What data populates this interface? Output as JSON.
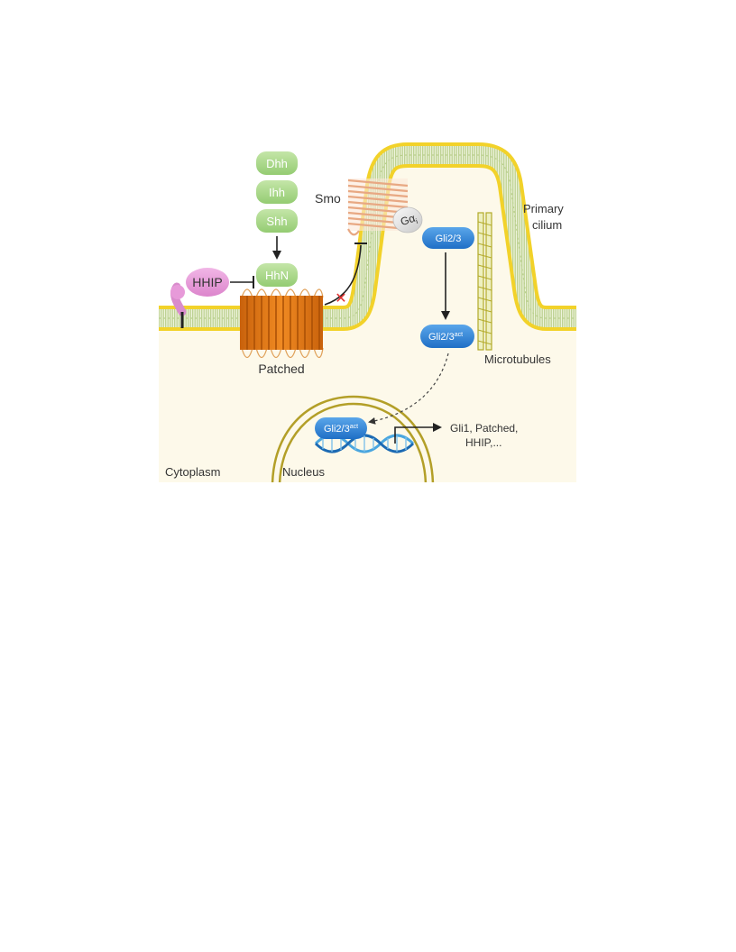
{
  "ligands": [
    "Dhh",
    "Ihh",
    "Shh"
  ],
  "hhn": "HhN",
  "hhip": "HHIP",
  "smo": "Smo",
  "galpha_base": "Gα",
  "galpha_sub": "i",
  "gli_inactive": "Gli2/3",
  "gli_active_base": "Gli2/3",
  "gli_active_sup": "act",
  "primary_cilium": [
    "Primary",
    "cilium"
  ],
  "microtubules": "Microtubules",
  "patched": "Patched",
  "cytoplasm": "Cytoplasm",
  "nucleus": "Nucleus",
  "targets": [
    "Gli1, Patched,",
    "HHIP,..."
  ],
  "colors": {
    "cytoplasm_bg": "#fdf9ea",
    "membrane_head": "#f2d22a",
    "membrane_tail": "#c9dba0",
    "ligand_green": "#a9d88a",
    "hhip_pink": "#e79ad9",
    "patched_orange": "#e07b16",
    "smo_peach": "#f2c7ab",
    "gli_blue": "#2f88dc",
    "nucleus_envelope": "#b39f28",
    "dna_blue": "#4aa6df"
  }
}
